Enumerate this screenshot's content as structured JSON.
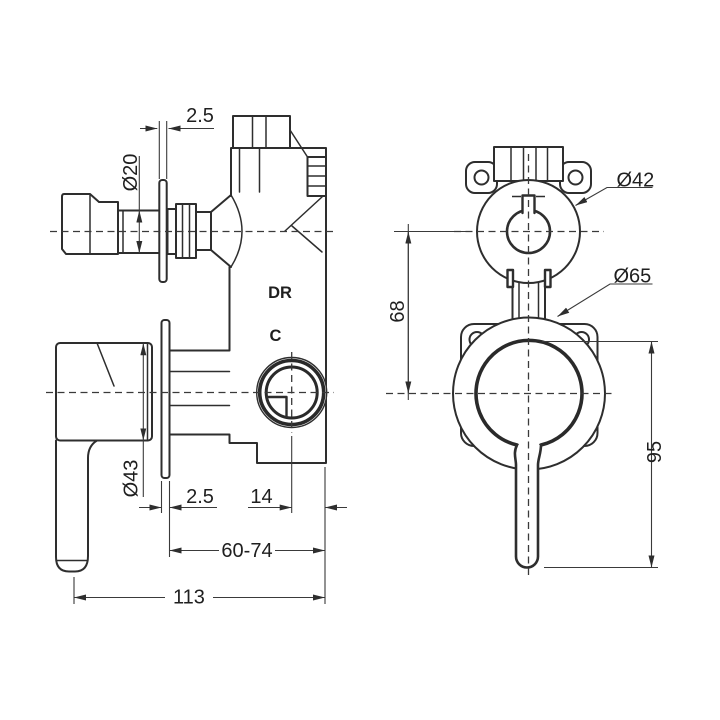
{
  "drawing": {
    "type": "technical-dimension-drawing",
    "views": {
      "left": "side-elevation",
      "right": "front-elevation"
    },
    "labels": {
      "outlet_mark": "DR",
      "brand_mark": "C"
    },
    "dims": {
      "top_plate_thickness": "2.5",
      "knob_stem_diameter": "Ø20",
      "handle_base_diameter": "Ø43",
      "bottom_plate_thickness": "2.5",
      "outlet_offset": "14",
      "install_depth_range": "60-74",
      "overall_depth": "113",
      "diverter_knob_diameter": "Ø42",
      "trim_ring_diameter": "Ø65",
      "centre_distance": "68",
      "lever_length": "95"
    },
    "colors": {
      "line": "#2e2e2e",
      "text": "#1f1f1f",
      "background": "#ffffff"
    }
  }
}
